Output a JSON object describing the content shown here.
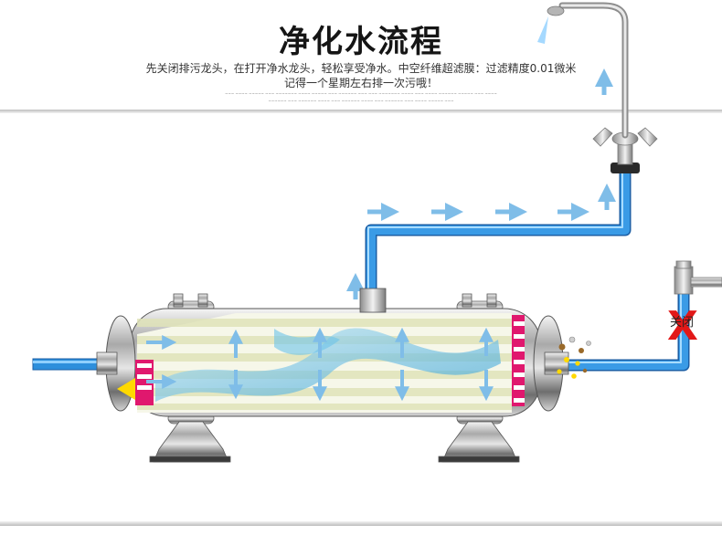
{
  "header": {
    "title": "净化水流程",
    "desc_line1": "先关闭排污龙头，在打开净水龙头，轻松享受净水。中空纤维超滤膜：过滤精度0.01微米",
    "desc_line2": "记得一个星期左右排一次污哦！"
  },
  "drain": {
    "close_label": "关闭",
    "close_mark": "X"
  },
  "colors": {
    "pipe": "#3a9be6",
    "arrow": "#7fbde8",
    "membrane_stripe": "#eef1d6",
    "end_cap_magenta": "#e0186e",
    "end_cap_yellow": "#ffd900",
    "close_mark": "#e21818"
  }
}
